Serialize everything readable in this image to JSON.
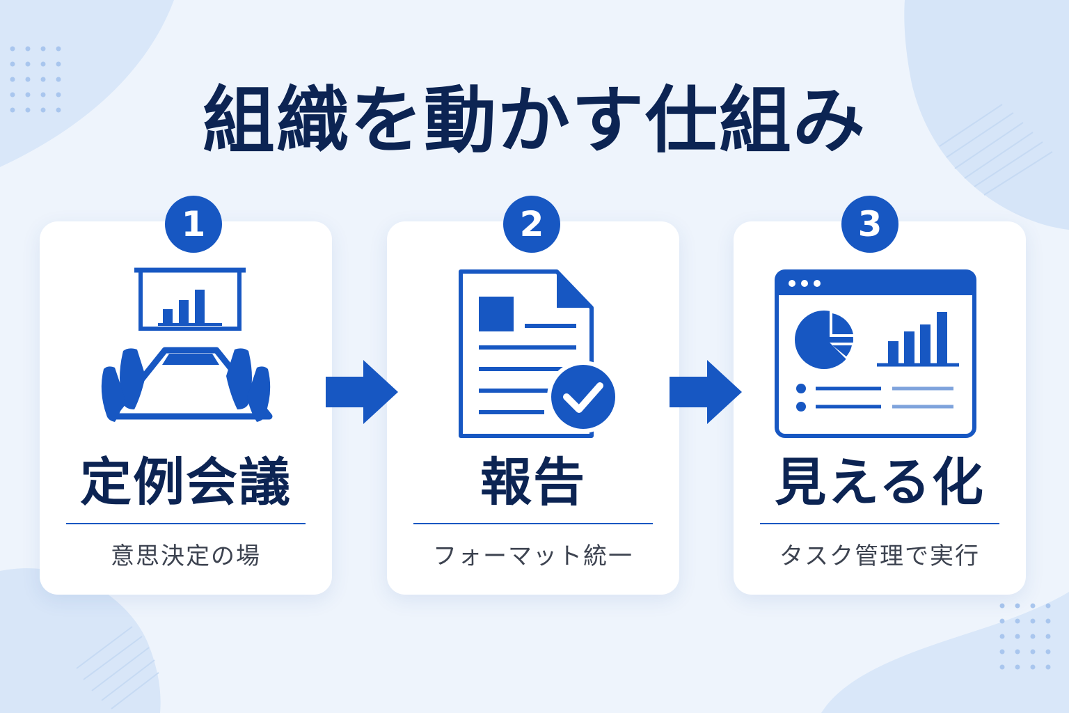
{
  "title": "組織を動かす仕組み",
  "accent_color": "#1757c2",
  "title_color": "#0c2453",
  "steps": [
    {
      "number": "1",
      "title": "定例会議",
      "subtitle": "意思決定の場",
      "icon": "meeting-room-icon"
    },
    {
      "number": "2",
      "title": "報告",
      "subtitle": "フォーマット統一",
      "icon": "report-document-check-icon"
    },
    {
      "number": "3",
      "title": "見える化",
      "subtitle": "タスク管理で実行",
      "icon": "dashboard-icon"
    }
  ],
  "connectors": [
    "arrow-right-icon",
    "arrow-right-icon"
  ]
}
